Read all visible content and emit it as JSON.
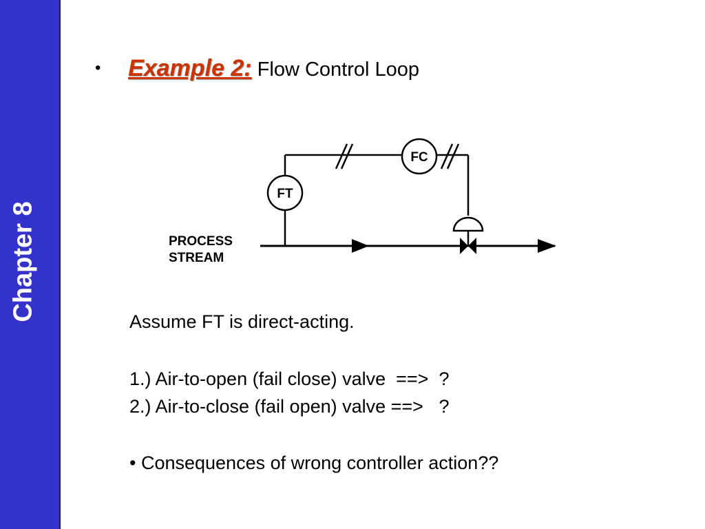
{
  "sidebar": {
    "chapter_label": "Chapter 8",
    "color": "#3333cc"
  },
  "title": {
    "bullet": "•",
    "emphasis": "Example 2:",
    "rest": "Flow Control Loop",
    "emphasis_color": "#cc3300"
  },
  "diagram": {
    "process_line1": "PROCESS",
    "process_line2": "STREAM",
    "ft_label": "FT",
    "fc_label": "FC"
  },
  "body": {
    "assumption": "Assume FT is direct-acting.",
    "item1": "1.) Air-to-open (fail close) valve  ==>  ?",
    "item2": "2.) Air-to-close (fail open) valve ==>   ?",
    "consequence": "• Consequences of wrong controller action??"
  }
}
